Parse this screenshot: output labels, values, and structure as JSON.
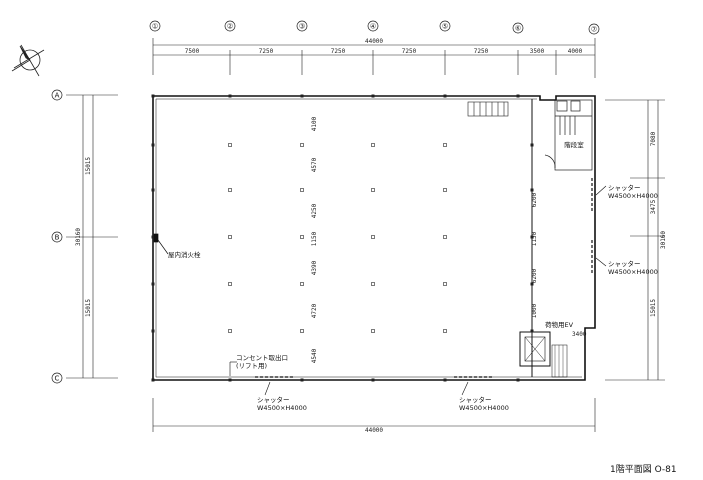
{
  "drawing": {
    "title": "1階平面図 O-81",
    "column_axes": [
      "①",
      "②",
      "③",
      "④",
      "⑤",
      "⑥",
      "⑦"
    ],
    "row_axes": [
      "A",
      "B",
      "C"
    ],
    "overall_width_top": "44000",
    "overall_width_bottom": "44000",
    "top_spans": [
      "7500",
      "7250",
      "7250",
      "7250",
      "7250",
      "3500",
      "4000"
    ],
    "left_total": "30160",
    "left_spans": [
      "15015",
      "15015"
    ],
    "right_total": "30160",
    "right_spans": [
      "7080",
      "3475",
      "15015"
    ],
    "interior_spans_left": [
      "4100",
      "4570",
      "4250",
      "1150",
      "4390",
      "4720",
      "4540"
    ],
    "interior_spans_right": [
      "6200",
      "1150",
      "6200",
      "1000",
      "3400"
    ],
    "labels": {
      "fire_extinguisher": "屋内消火栓",
      "stair_room": "階段室",
      "outlet": "コンセント取出口\n(リフト用)",
      "freight_elevator": "荷物用EV",
      "shutter": "シャッター",
      "shutter_size_bottom": "W4500×H4000",
      "shutter_size_right": "W4500×H4000"
    }
  }
}
